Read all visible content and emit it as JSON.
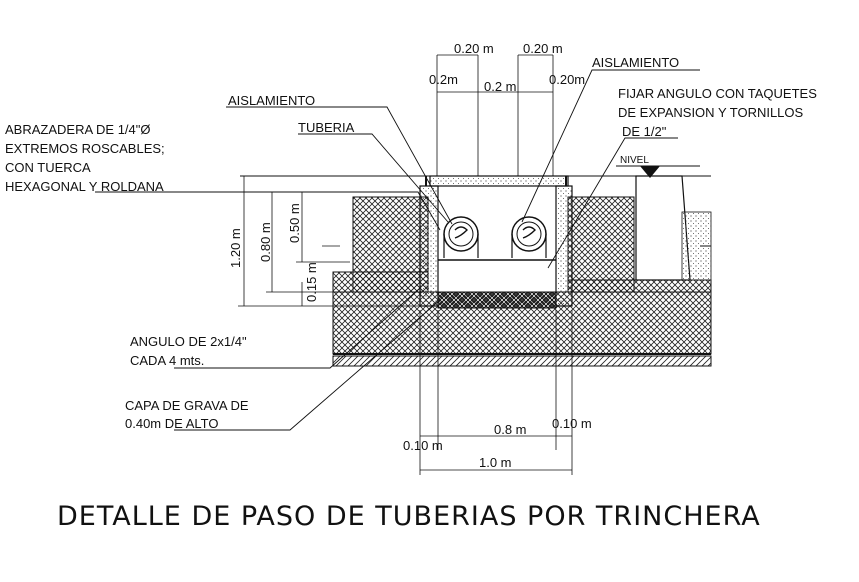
{
  "title": "DETALLE DE PASO DE TUBERIAS POR TRINCHERA",
  "labels": {
    "abrazadera_1": "ABRAZADERA DE 1/4\"Ø",
    "abrazadera_2": "EXTREMOS ROSCABLES;",
    "abrazadera_3": "CON TUERCA",
    "abrazadera_4": "HEXAGONAL Y ROLDANA",
    "aislamiento_left": "AISLAMIENTO",
    "tuberia": "TUBERIA",
    "aislamiento_right": "AISLAMIENTO",
    "fijar_1": "FIJAR ANGULO CON TAQUETES",
    "fijar_2": "DE EXPANSION Y TORNILLOS",
    "fijar_3": "DE 1/2\"",
    "nivel": "NIVEL",
    "angulo_1": "ANGULO DE 2x1/4\"",
    "angulo_2": "CADA 4 mts.",
    "grava_1": "CAPA DE GRAVA DE",
    "grava_2": "0.40m DE ALTO"
  },
  "dimensions": {
    "top_left_020": "0.20 m",
    "top_right_020": "0.20 m",
    "top_02": "0.2m",
    "top_02_center": "0.2 m",
    "top_020_right": "0.20m",
    "v_120": "1.20 m",
    "v_080": "0.80 m",
    "v_050": "0.50 m",
    "v_015": "0.15 m",
    "b_010_left": "0.10 m",
    "b_08": "0.8 m",
    "b_010_right": "0.10 m",
    "b_10": "1.0 m"
  },
  "colors": {
    "line": "#111111",
    "hatch": "#222222",
    "background": "#ffffff"
  }
}
